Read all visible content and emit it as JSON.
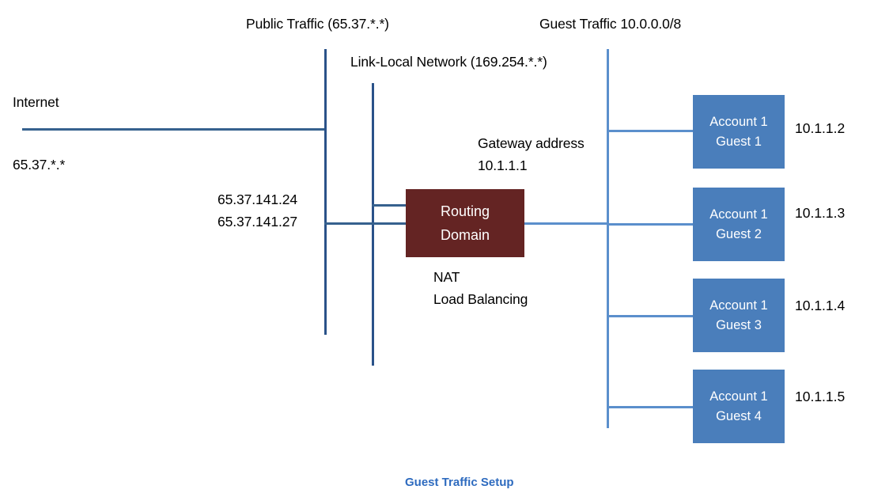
{
  "diagram": {
    "title": "Guest Traffic Setup",
    "colors": {
      "guest_box_fill": "#4a7ebb",
      "routing_box_fill": "#642423",
      "line_dark": "#2a5289",
      "line_light": "#5b8fcc",
      "caption_color": "#2e6bbf",
      "background": "#ffffff"
    },
    "labels": {
      "public_traffic": "Public Traffic (65.37.*.*)",
      "link_local": "Link-Local Network (169.254.*.*)",
      "guest_traffic": "Guest Traffic 10.0.0.0/8",
      "internet": "Internet",
      "internet_subnet": "65.37.*.*",
      "public_ip_1": "65.37.141.24",
      "public_ip_2": "65.37.141.27",
      "gateway_title": "Gateway address",
      "gateway_ip": "10.1.1.1",
      "nat": "NAT",
      "load_balancing": "Load Balancing"
    },
    "routing_domain": {
      "line1": "Routing",
      "line2": "Domain"
    },
    "guests": [
      {
        "account": "Account 1",
        "guest": "Guest 1",
        "ip": "10.1.1.2"
      },
      {
        "account": "Account 1",
        "guest": "Guest 2",
        "ip": "10.1.1.3"
      },
      {
        "account": "Account 1",
        "guest": "Guest 3",
        "ip": "10.1.1.4"
      },
      {
        "account": "Account 1",
        "guest": "Guest 4",
        "ip": "10.1.1.5"
      }
    ]
  }
}
